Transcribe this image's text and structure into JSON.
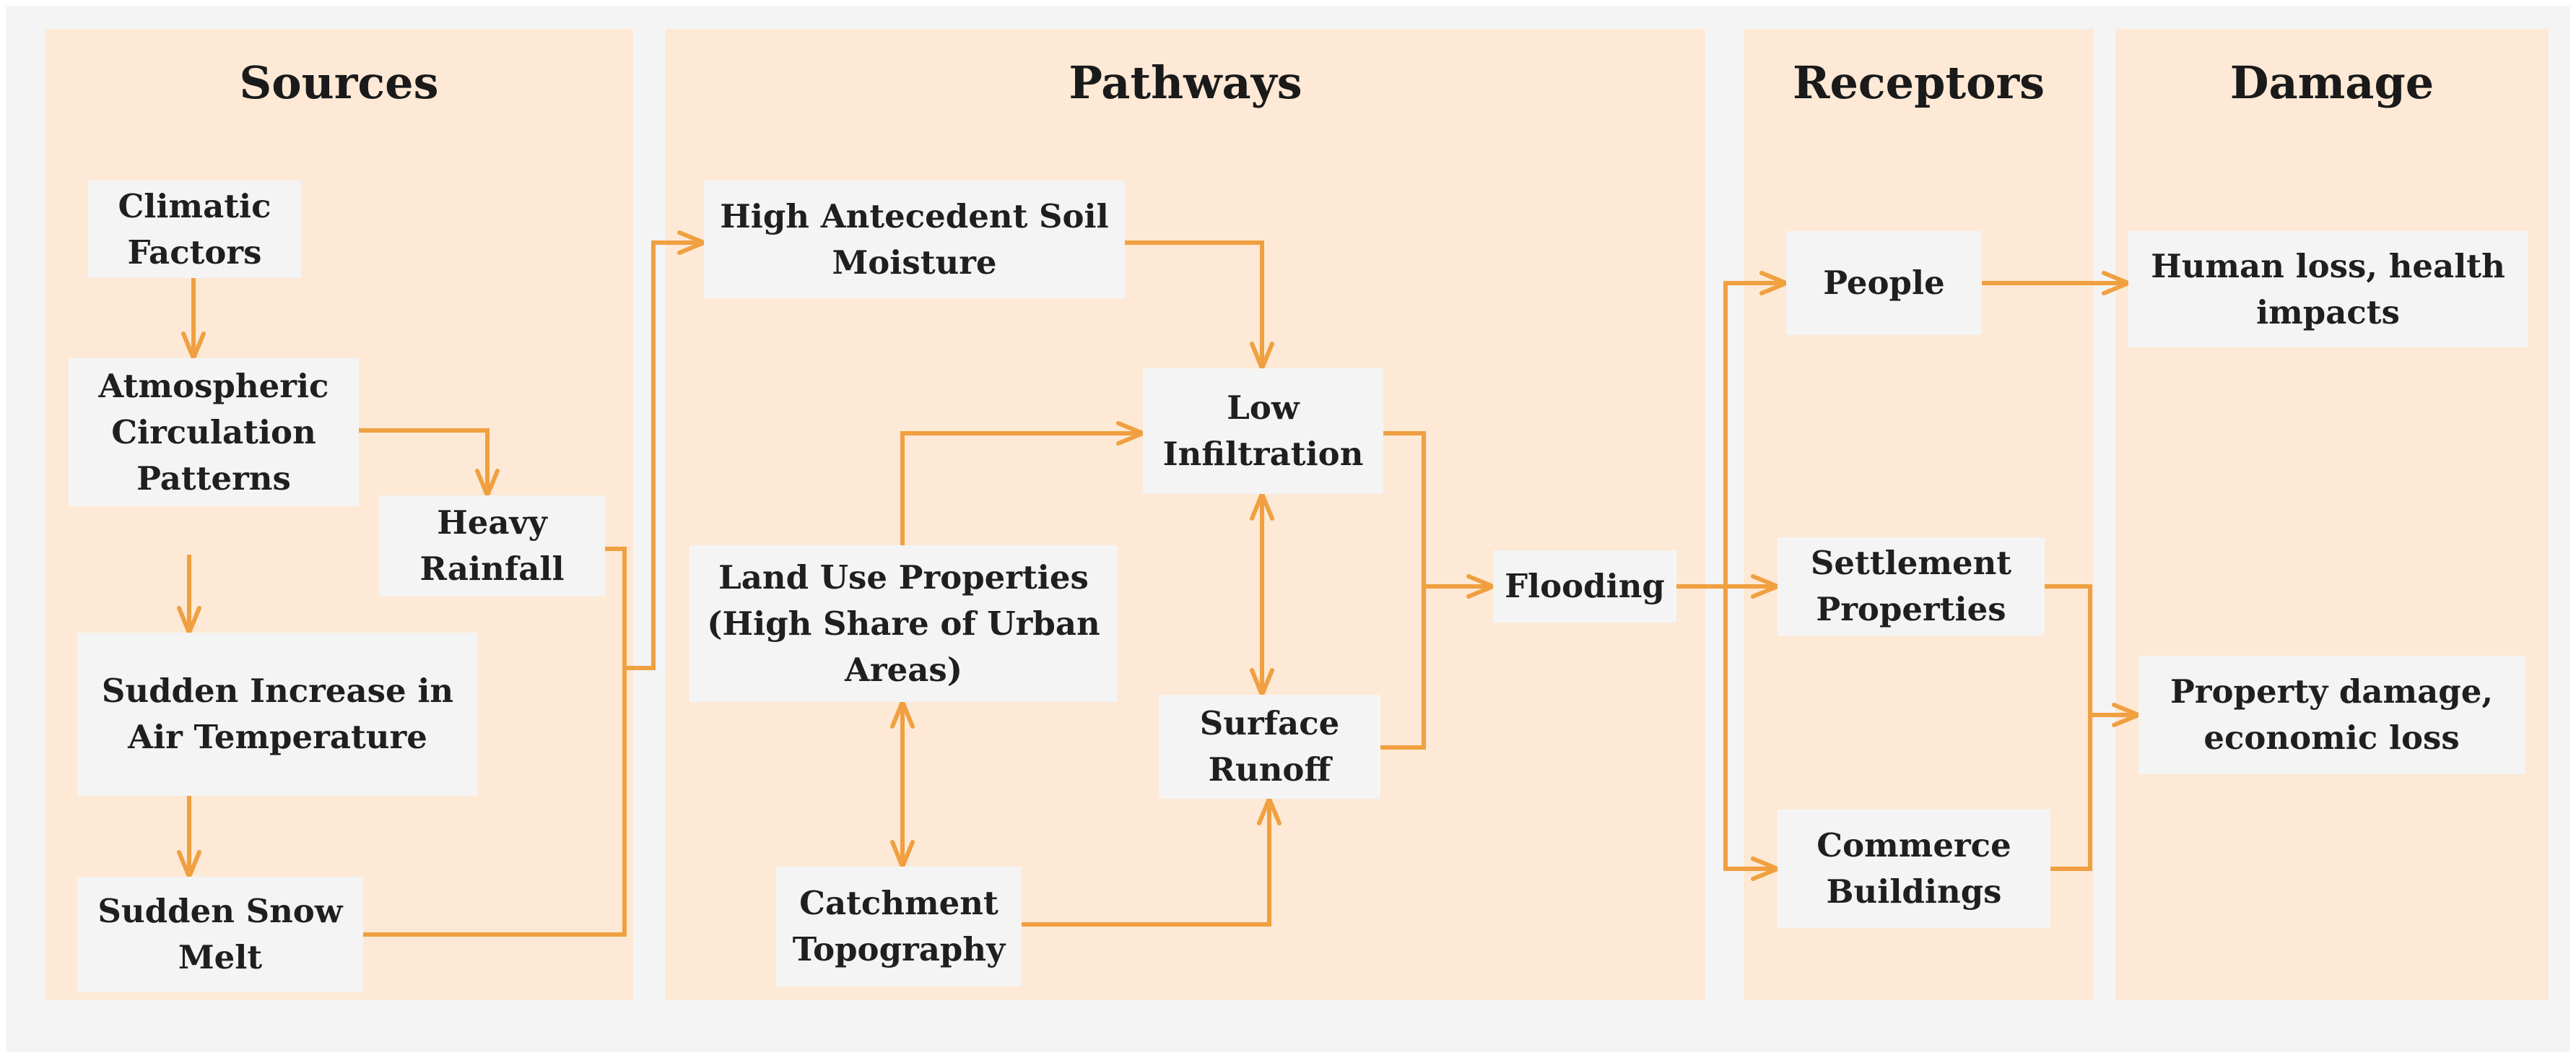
{
  "panels": {
    "sources": "Sources",
    "pathways": "Pathways",
    "receptors": "Receptors",
    "damage": "Damage"
  },
  "nodes": {
    "climatic_factors": "Climatic\nFactors",
    "atmospheric_circulation": "Atmospheric\nCirculation\nPatterns",
    "heavy_rainfall": "Heavy\nRainfall",
    "sudden_temperature": "Sudden Increase in\nAir Temperature",
    "sudden_snow_melt": "Sudden Snow\nMelt",
    "soil_moisture": "High Antecedent Soil\nMoisture",
    "low_infiltration": "Low\nInfiltration",
    "land_use": "Land Use Properties\n(High Share of Urban\nAreas)",
    "surface_runoff": "Surface\nRunoff",
    "catchment_topography": "Catchment\nTopography",
    "flooding": "Flooding",
    "people": "People",
    "settlement_properties": "Settlement\nProperties",
    "commerce_buildings": "Commerce\nBuildings",
    "human_loss": "Human loss, health\nimpacts",
    "property_damage": "Property damage,\neconomic loss"
  },
  "colors": {
    "panel_fill": "#fde9d5",
    "node_fill": "#f4f4f4",
    "arrow": "#f0a040"
  }
}
